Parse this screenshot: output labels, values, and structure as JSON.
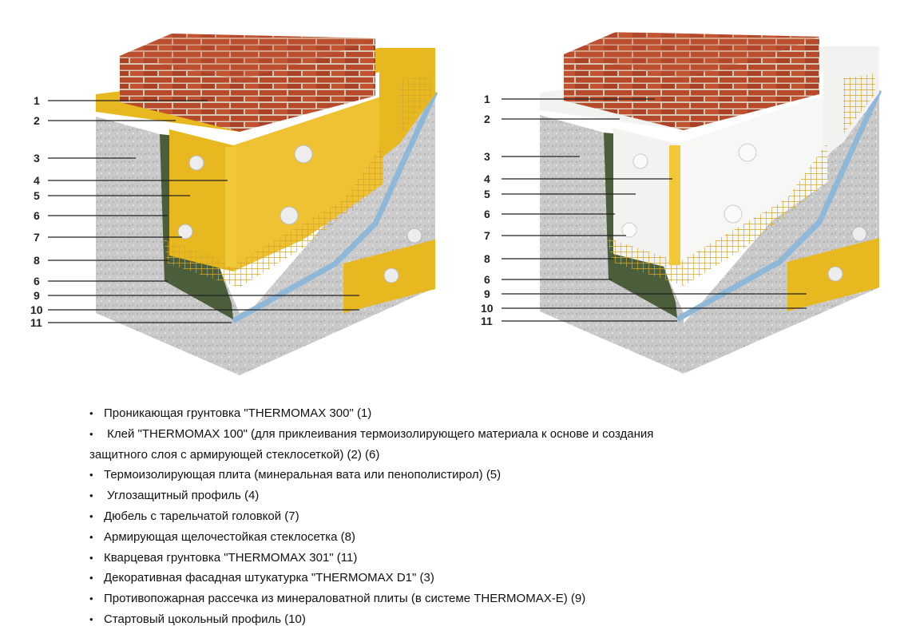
{
  "callouts": [
    "1",
    "2",
    "3",
    "4",
    "5",
    "6",
    "7",
    "8",
    "6",
    "9",
    "10",
    "11"
  ],
  "legend": [
    {
      "text": "Проникающая грунтовка \"THERMOMAX 300\" (1)",
      "bullet": true
    },
    {
      "text": " Клей \"THERMOMAX 100\" (для приклеивания  термоизолирующего материала к основе и создания",
      "bullet": true
    },
    {
      "text": "защитного слоя  с армирующей стеклосеткой) (2) (6)",
      "bullet": false
    },
    {
      "text": "Термоизолирующая плита (минеральная вата или пенополистирол) (5)",
      "bullet": true
    },
    {
      "text": " Углозащитный профиль (4)",
      "bullet": true
    },
    {
      "text": "Дюбель с тарельчатой головкой (7)",
      "bullet": true
    },
    {
      "text": "Армирующая щелочестойкая стеклосетка (8)",
      "bullet": true
    },
    {
      "text": "Кварцевая грунтовка \"THERMOMAX 301\" (11)",
      "bullet": true
    },
    {
      "text": "Декоративная фасадная штукатурка \"THERMOMAX D1\" (3)",
      "bullet": true
    },
    {
      "text": "Противопожарная рассечка из минераловатной плиты (в системе THERMOMAX-E) (9)",
      "bullet": true
    },
    {
      "text": "Стартовый цокольный профиль (10)",
      "bullet": true
    }
  ],
  "colors": {
    "brick": "#b84a2c",
    "mortar": "#d9c9b4",
    "mineral_wool": "#e8b820",
    "foam": "#f2f2f0",
    "plaster": "#c9c9c9",
    "adhesive": "#4a5e3c",
    "primer": "#8fb8d8",
    "mesh": "#d4a72a"
  }
}
